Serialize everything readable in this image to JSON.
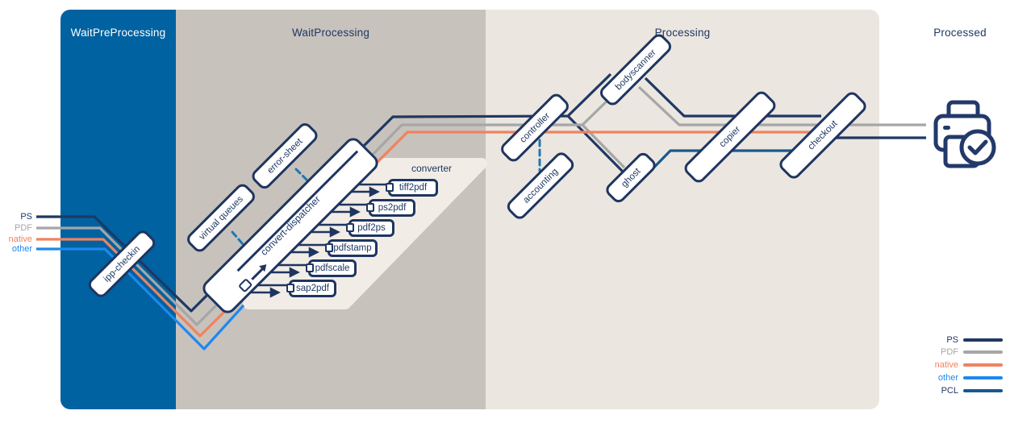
{
  "zones": [
    {
      "label": "WaitPreProcessing",
      "color": "#0062a0"
    },
    {
      "label": "WaitProcessing",
      "color": "#c7c2bc"
    },
    {
      "label": "Processing",
      "color": "#ebe6df"
    },
    {
      "label": "Processed",
      "color": "#ffffff"
    }
  ],
  "nodes": {
    "ipp_checkin": "ipp-checkin",
    "virtual_queues": "virtual queues",
    "error_sheet": "error-sheet",
    "convert_dispatcher": "convert-dispatcher",
    "controller": "controller",
    "accounting": "accounting",
    "bodyscanner": "bodyscanner",
    "ghost": "ghost",
    "copier": "copier",
    "checkout": "checkout"
  },
  "converter": {
    "label": "converter",
    "items": [
      "tiff2pdf",
      "ps2pdf",
      "pdf2ps",
      "pdfstamp",
      "pdfscale",
      "sap2pdf"
    ],
    "area_color": "#f1ede6"
  },
  "legend_left": {
    "items": [
      {
        "label": "PS",
        "color": "#1f3864"
      },
      {
        "label": "PDF",
        "color": "#a6a6a6"
      },
      {
        "label": "native",
        "color": "#f0825f"
      },
      {
        "label": "other",
        "color": "#1e88f0"
      }
    ]
  },
  "legend_right": {
    "items": [
      {
        "label": "PS",
        "color": "#1f3864"
      },
      {
        "label": "PDF",
        "color": "#a6a6a6"
      },
      {
        "label": "native",
        "color": "#f0825f"
      },
      {
        "label": "other",
        "color": "#1e88f0"
      },
      {
        "label": "PCL",
        "color": "#17598f"
      }
    ]
  },
  "icons": {
    "printer": "printer-check-icon"
  },
  "colors": {
    "node_border": "#1f3560",
    "node_text": "#1f3864",
    "dashed_connector": "#1e78b4",
    "ps_line": "#1f3864",
    "pdf_line": "#a6a6a6",
    "native_line": "#f0825f",
    "other_line": "#1e88f0",
    "pcl_line": "#17598f"
  }
}
